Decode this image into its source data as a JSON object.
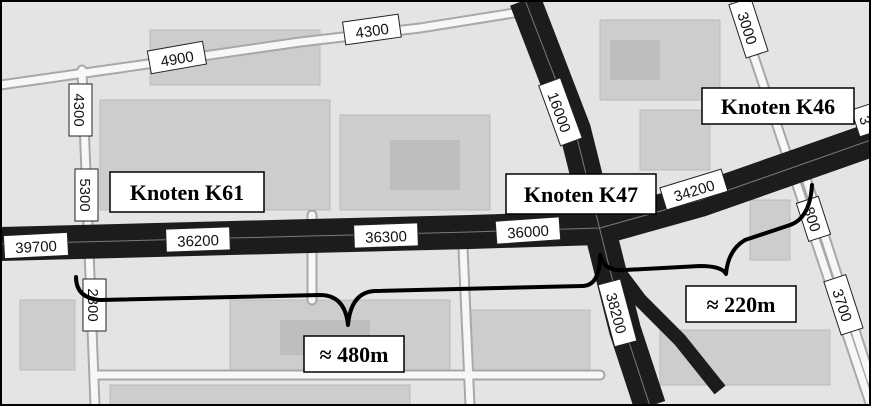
{
  "colors": {
    "background": "#e4e4e4",
    "block": "#cdcdcd",
    "block_dark": "#bdbdbd",
    "minor_road": "#f7f7f7",
    "minor_road_edge": "#a8a8a8",
    "main_road": "#1c1c1c",
    "label_bg": "#ffffff",
    "frame": "#000000"
  },
  "nodes": {
    "k61": "Knoten K61",
    "k47": "Knoten K47",
    "k46": "Knoten K46"
  },
  "distances": {
    "left": "≈ 480m",
    "right": "≈ 220m"
  },
  "traffic_counts": {
    "top_4300": "4300",
    "top_4900": "4900",
    "left_vertical_4300": "4300",
    "left_vertical_5300": "5300",
    "left_bottom_2300": "2300",
    "main_39700": "39700",
    "main_36200": "36200",
    "main_36300": "36300",
    "main_36000": "36000",
    "main_34200": "34200",
    "north_16000": "16000",
    "south_38200": "38200",
    "top_right_3000": "3000",
    "right_vertical_800": "800",
    "right_vertical_3700": "3700",
    "edge_right_partial": "3"
  }
}
